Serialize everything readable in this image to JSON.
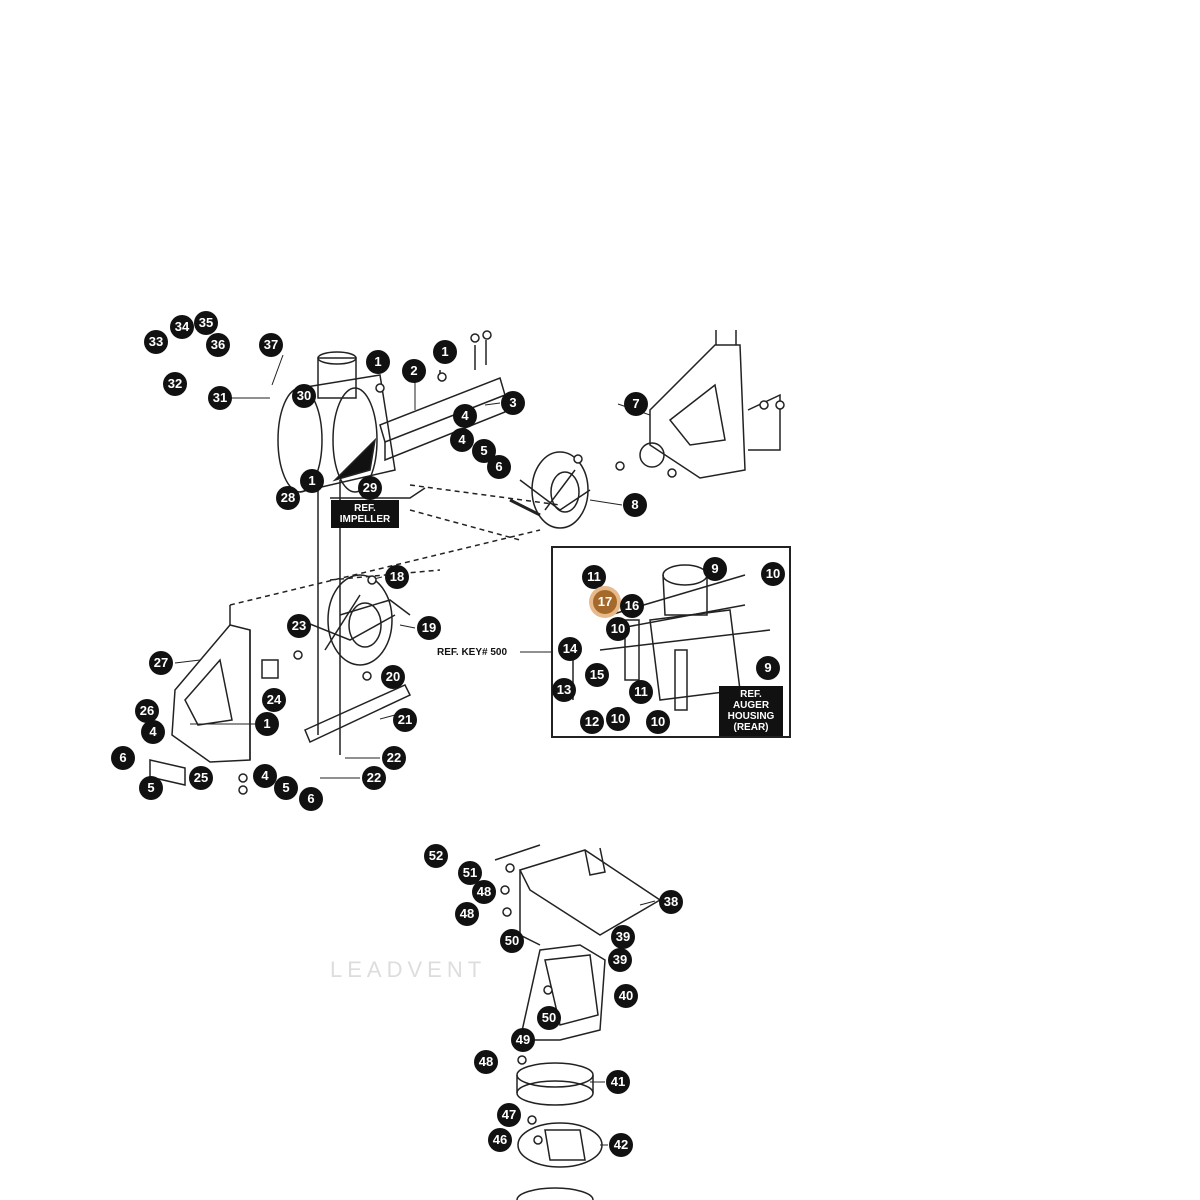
{
  "colors": {
    "callout": "#111111",
    "highlight": "#a56a2b",
    "highlight_ring": "#e8b98a",
    "line": "#222222",
    "watermark": "#dddddd"
  },
  "highlighted_part": "17",
  "callouts": [
    {
      "n": "33"
    },
    {
      "n": "34"
    },
    {
      "n": "35"
    },
    {
      "n": "36"
    },
    {
      "n": "37"
    },
    {
      "n": "32"
    },
    {
      "n": "31"
    },
    {
      "n": "30"
    },
    {
      "n": "1"
    },
    {
      "n": "2"
    },
    {
      "n": "1"
    },
    {
      "n": "3"
    },
    {
      "n": "4"
    },
    {
      "n": "4"
    },
    {
      "n": "5"
    },
    {
      "n": "6"
    },
    {
      "n": "1"
    },
    {
      "n": "29"
    },
    {
      "n": "28"
    },
    {
      "n": "7"
    },
    {
      "n": "8"
    },
    {
      "n": "18"
    },
    {
      "n": "19"
    },
    {
      "n": "23"
    },
    {
      "n": "27"
    },
    {
      "n": "24"
    },
    {
      "n": "20"
    },
    {
      "n": "21"
    },
    {
      "n": "26"
    },
    {
      "n": "1"
    },
    {
      "n": "4"
    },
    {
      "n": "6"
    },
    {
      "n": "25"
    },
    {
      "n": "5"
    },
    {
      "n": "22"
    },
    {
      "n": "22"
    },
    {
      "n": "4"
    },
    {
      "n": "5"
    },
    {
      "n": "6"
    },
    {
      "n": "9"
    },
    {
      "n": "10"
    },
    {
      "n": "11"
    },
    {
      "n": "17"
    },
    {
      "n": "16"
    },
    {
      "n": "10"
    },
    {
      "n": "14"
    },
    {
      "n": "15"
    },
    {
      "n": "9"
    },
    {
      "n": "13"
    },
    {
      "n": "11"
    },
    {
      "n": "12"
    },
    {
      "n": "10"
    },
    {
      "n": "10"
    },
    {
      "n": "52"
    },
    {
      "n": "51"
    },
    {
      "n": "48"
    },
    {
      "n": "48"
    },
    {
      "n": "50"
    },
    {
      "n": "38"
    },
    {
      "n": "39"
    },
    {
      "n": "39"
    },
    {
      "n": "40"
    },
    {
      "n": "50"
    },
    {
      "n": "49"
    },
    {
      "n": "48"
    },
    {
      "n": "41"
    },
    {
      "n": "47"
    },
    {
      "n": "46"
    },
    {
      "n": "42"
    }
  ],
  "labels": {
    "ref_impeller": "REF.\nIMPELLER",
    "ref_auger_housing": "REF.\nAUGER\nHOUSING\n(REAR)",
    "ref_key": "REF. KEY# 500",
    "watermark": "LEADVENT"
  }
}
